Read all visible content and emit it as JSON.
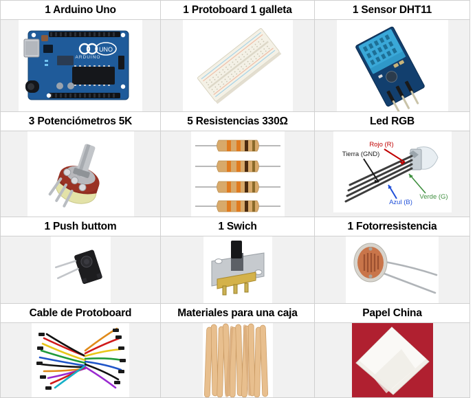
{
  "table": {
    "columns": 3,
    "rows": [
      {
        "cells": [
          {
            "header": "1 Arduino Uno",
            "image": "arduino-uno-board-photo",
            "image_bg": "#ffffff"
          },
          {
            "header": "1 Protoboard 1 galleta",
            "image": "breadboard-photo",
            "image_bg": "#ffffff"
          },
          {
            "header": "1 Sensor DHT11",
            "image": "dht11-sensor-module-photo",
            "image_bg": "#ffffff"
          }
        ]
      },
      {
        "cells": [
          {
            "header": "3 Potenciómetros 5K",
            "image": "potentiometer-photo",
            "image_bg": "#ffffff"
          },
          {
            "header": "5 Resistencias 330Ω",
            "image": "resistors-photo",
            "image_bg": "#ffffff"
          },
          {
            "header": "Led RGB",
            "image": "rgb-led-diagram",
            "image_bg": "#ffffff"
          }
        ]
      },
      {
        "cells": [
          {
            "header": "1 Push buttom",
            "image": "push-button-photo",
            "image_bg": "#ffffff"
          },
          {
            "header": "1 Swich",
            "image": "slide-switch-photo",
            "image_bg": "#ffffff"
          },
          {
            "header": "1 Fotorresistencia",
            "image": "photoresistor-ldr-photo",
            "image_bg": "#ffffff"
          }
        ]
      },
      {
        "cells": [
          {
            "header": "Cable de Protoboard",
            "image": "jumper-wires-photo",
            "image_bg": "#ffffff"
          },
          {
            "header": "Materiales para una caja",
            "image": "popsicle-sticks-photo",
            "image_bg": "#ffffff"
          },
          {
            "header": "Papel China",
            "image": "tissue-paper-photo",
            "image_bg": "#b02030"
          }
        ]
      }
    ]
  },
  "rgb_led_diagram": {
    "labels": [
      {
        "text": "Rojo (R)",
        "color": "#c00000"
      },
      {
        "text": "Tierra (GND)",
        "color": "#1a1a1a"
      },
      {
        "text": "Azul (B)",
        "color": "#1f4fd8"
      },
      {
        "text": "Verde (G)",
        "color": "#3f8f3f"
      }
    ]
  },
  "colors": {
    "grid_line": "#d0d0d0",
    "cell_bg": "#f1f1f1",
    "header_bg": "#ffffff",
    "text": "#000000",
    "arduino_blue": "#1f5b9a",
    "dht11_blue": "#2f9fd0",
    "resistor_body": "#d8a96a",
    "wood": "#e3bb8a",
    "paper_red": "#b02030"
  }
}
